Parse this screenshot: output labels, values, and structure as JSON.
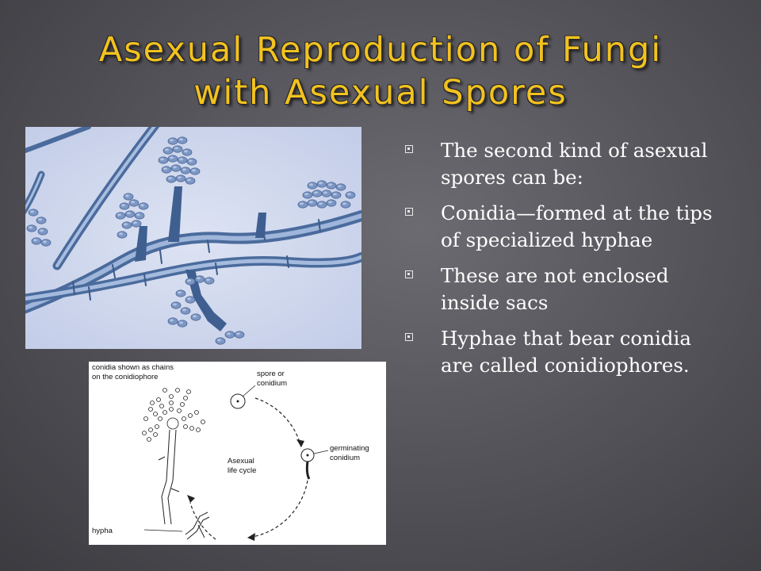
{
  "slide": {
    "title_lines": [
      "Asexual Reproduction of Fungi",
      "with Asexual Spores"
    ],
    "bullets": [
      "The second kind of asexual spores can be:",
      "Conidia—formed at the tips of specialized hyphae",
      "These are not enclosed inside sacs",
      "Hyphae that bear conidia are called conidiophores."
    ]
  },
  "diagram": {
    "labels": {
      "conidia_line1": "conidia shown as chains",
      "conidia_line2": "on the conidiophore",
      "spore_line1": "spore or",
      "spore_line2": "conidium",
      "germ_line1": "germinating",
      "germ_line2": "conidium",
      "cycle_line1": "Asexual",
      "cycle_line2": "life cycle",
      "hypha": "hypha"
    }
  },
  "colors": {
    "title": "#f2c21f",
    "text": "#ffffff",
    "background": "#56555b",
    "photo_background": "#cfd7ec",
    "cells": "#4d6e9e"
  }
}
